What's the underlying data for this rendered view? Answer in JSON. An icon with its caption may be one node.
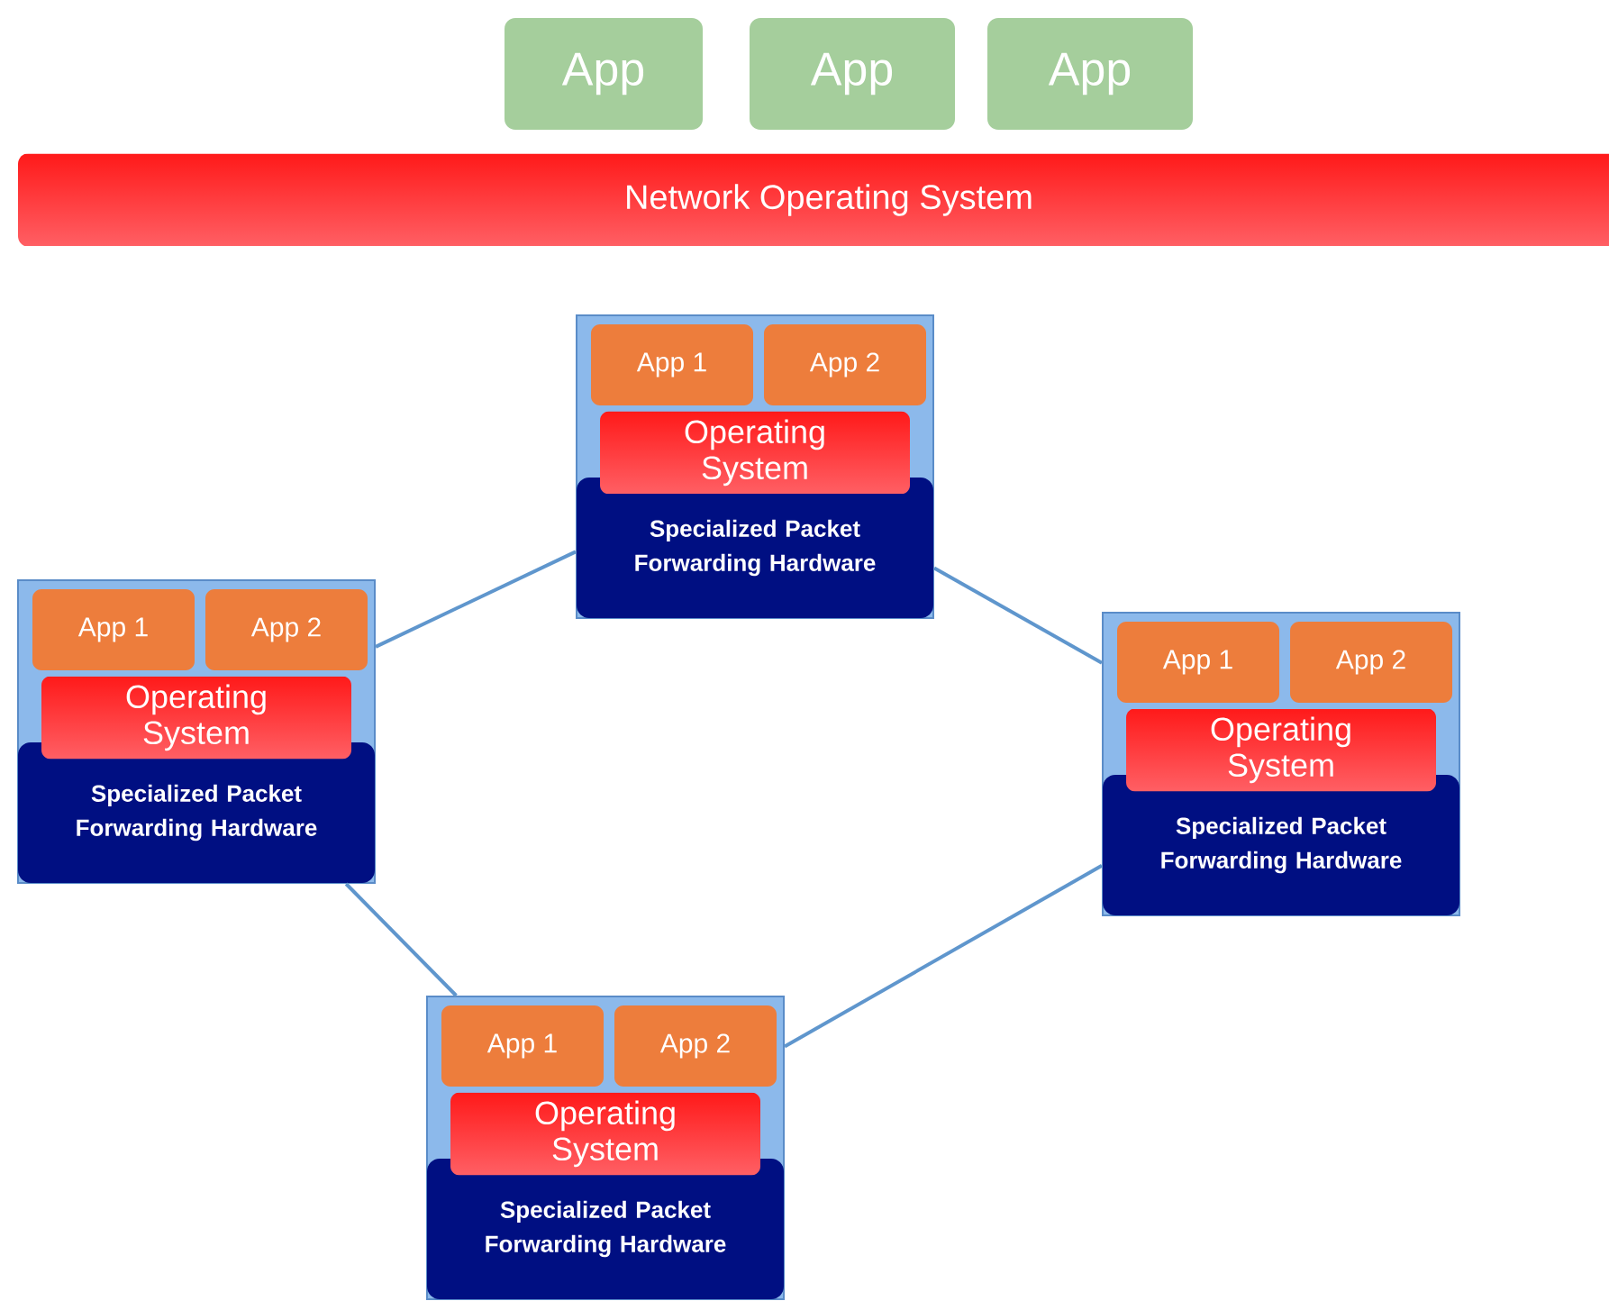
{
  "diagram": {
    "nodes": [
      {
        "text": [
          "App"
        ]
      },
      {
        "text": [
          "App"
        ]
      },
      {
        "text": [
          "App"
        ]
      },
      {
        "text": [
          "Network Operating  System"
        ]
      },
      {
        "text": [],
        "shape": "box"
      },
      {
        "text": [
          "App 1"
        ],
        "in": 4
      },
      {
        "text": [
          "App 2"
        ],
        "in": 4
      },
      {
        "text": [
          "Operating System"
        ],
        "in": 4
      },
      {
        "text": [
          "Specialized Packet Forwarding Hardware"
        ],
        "in": 4
      },
      {
        "text": [],
        "shape": "box"
      },
      {
        "text": [
          "App 1"
        ],
        "in": 9
      },
      {
        "text": [
          "App 2"
        ],
        "in": 9
      },
      {
        "text": [
          "Operating System"
        ],
        "in": 9
      },
      {
        "text": [
          "Specialized Packet Forwarding Hardware"
        ],
        "in": 9
      },
      {
        "text": [],
        "shape": "box"
      },
      {
        "text": [
          "App 1"
        ],
        "in": 14
      },
      {
        "text": [
          "App 2"
        ],
        "in": 14
      },
      {
        "text": [
          "Operating System"
        ],
        "in": 14
      },
      {
        "text": [
          "Specialized Packet Forwarding Hardware"
        ],
        "in": 14
      },
      {
        "text": [],
        "shape": "box"
      },
      {
        "text": [
          "App 1"
        ],
        "in": 19
      },
      {
        "text": [
          "App 2"
        ],
        "in": 19
      },
      {
        "text": [
          "Operating System"
        ],
        "in": 19
      },
      {
        "text": [
          "Specialized Packet Forwarding Hardware"
        ],
        "in": 19
      }
    ],
    "edges": [
      {
        "from": 4,
        "to": 9,
        "arrow": "none"
      },
      {
        "from": 4,
        "to": 14,
        "arrow": "none"
      },
      {
        "from": 9,
        "to": 19,
        "arrow": "none"
      },
      {
        "from": 14,
        "to": 19,
        "arrow": "none"
      }
    ]
  }
}
